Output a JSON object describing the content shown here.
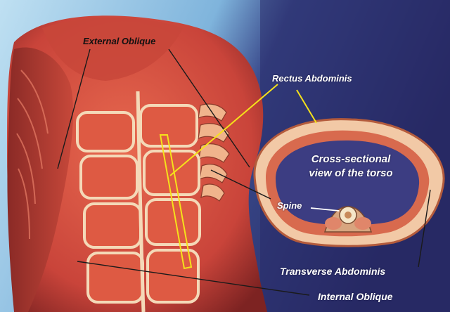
{
  "labels": {
    "external_oblique": "External Oblique",
    "rectus_abdominis": "Rectus Abdominis",
    "cross_section_line1": "Cross-sectional",
    "cross_section_line2": "view of the torso",
    "spine": "Spine",
    "transverse_abdominis": "Transverse Abdominis",
    "internal_oblique": "Internal Oblique"
  },
  "colors": {
    "background_light": "#a9d3ec",
    "background_dark": "#2a2c6a",
    "muscle": "#d9553f",
    "muscle_dark": "#a8332b",
    "tendon": "#f4d9b8",
    "highlight": "#f5e21a",
    "leader_line": "#1a1a1a"
  }
}
